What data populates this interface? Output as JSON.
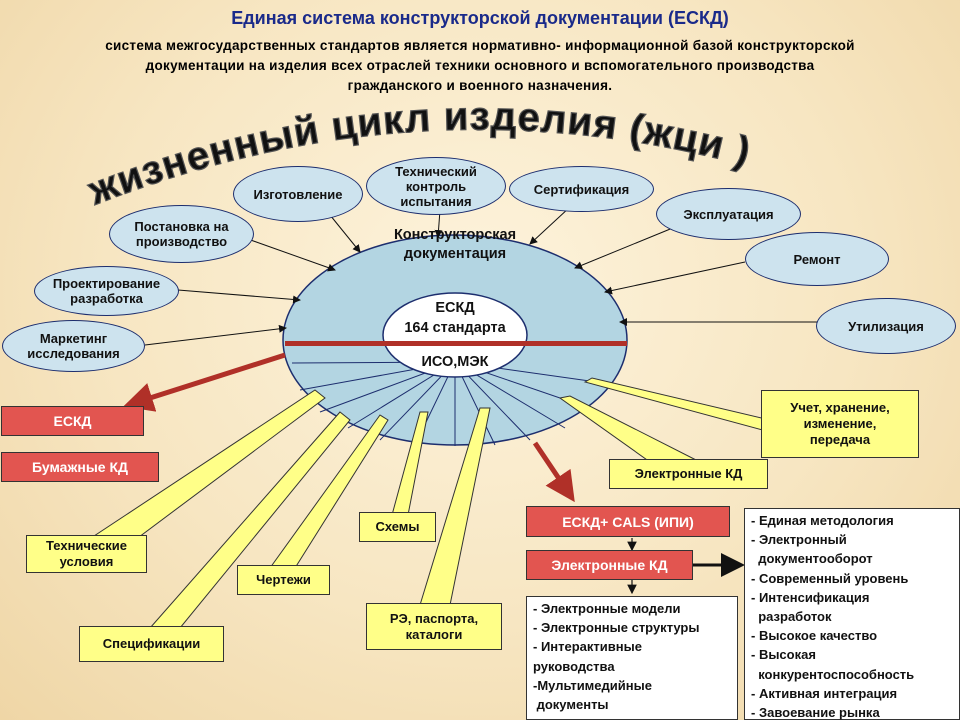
{
  "header": {
    "title": "Единая система конструкторской документации (ЕСКД)",
    "subtitle_lines": [
      "система межгосударственных стандартов является нормативно- информационной базой конструкторской",
      "документации на изделия всех отраслей техники основного и вспомогательного производства",
      "гражданского и военного назначения."
    ]
  },
  "cycle_title": "жизненный цикл изделия (жци )",
  "center": {
    "outer_label_1": "Конструкторская",
    "outer_label_2": "документация",
    "inner_label_1": "ЕСКД",
    "inner_label_2": "164 стандарта",
    "lower_label": "ИСО,МЭК"
  },
  "stages": {
    "manufacturing": "Изготовление",
    "control_1": "Технический",
    "control_2": "контроль",
    "control_3": "испытания",
    "certification": "Сертификация",
    "setup_1": "Постановка на",
    "setup_2": "производство",
    "operation": "Эксплуатация",
    "design_1": "Проектирование",
    "design_2": "разработка",
    "repair": "Ремонт",
    "marketing_1": "Маркетинг",
    "marketing_2": "исследования",
    "disposal": "Утилизация"
  },
  "left_boxes": {
    "eskd": "ЕСКД",
    "paper": "Бумажные КД"
  },
  "callouts": {
    "tech_conditions_1": "Технические",
    "tech_conditions_2": "условия",
    "drawings": "Чертежи",
    "specifications": "Спецификации",
    "schemes": "Схемы",
    "manuals_1": "РЭ, паспорта,",
    "manuals_2": "каталоги",
    "electronic": "Электронные КД",
    "accounting_1": "Учет, хранение,",
    "accounting_2": "изменение,",
    "accounting_3": "передача"
  },
  "right_boxes": {
    "cals": "ЕСКД+ CALS (ИПИ)",
    "electronic_kd": "Электронные КД"
  },
  "electronic_list": [
    "- Электронные модели",
    "- Электронные структуры",
    "- Интерактивные",
    "руководства",
    "-Мультимедийные",
    " документы"
  ],
  "benefits_list": [
    "- Единая методология",
    "- Электронный",
    "  документооборот",
    "- Современный уровень",
    "- Интенсификация",
    "  разработок",
    "- Высокое качество",
    "- Высокая",
    "  конкурентоспособность",
    "- Активная интеграция",
    "- Завоевание рынка"
  ],
  "colors": {
    "title": "#1a2a8a",
    "oval_fill": "#cde3ee",
    "red_box": "#e25550",
    "yellow_box": "#ffff88",
    "dark_red_arrow": "#b03028"
  }
}
